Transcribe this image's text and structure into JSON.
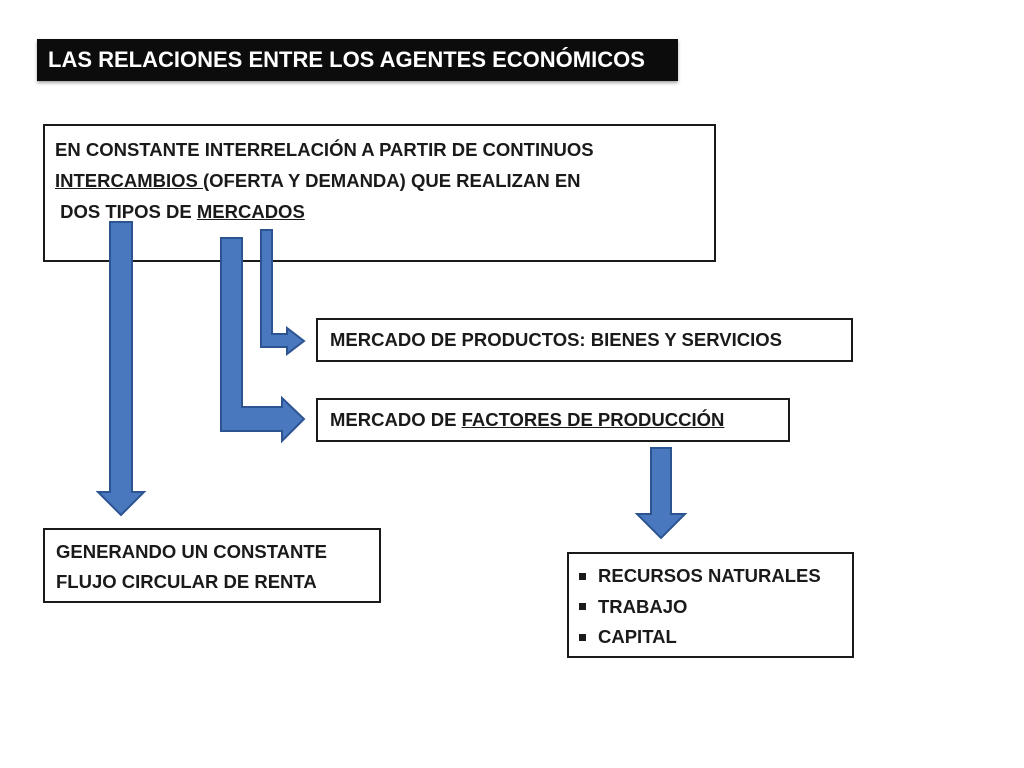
{
  "title": "LAS RELACIONES ENTRE LOS AGENTES ECONÓMICOS",
  "main_box": {
    "line1": "EN CONSTANTE INTERRELACIÓN A PARTIR DE CONTINUOS",
    "line2_underlined": "INTERCAMBIOS ",
    "line2_rest": "(OFERTA Y DEMANDA) QUE REALIZAN EN",
    "line3_prefix": "DOS TIPOS DE ",
    "line3_underlined": "MERCADOS"
  },
  "market_products": "MERCADO DE PRODUCTOS: BIENES Y SERVICIOS",
  "market_factors": {
    "prefix": "MERCADO DE ",
    "underlined": "FACTORES DE PRODUCCIÓN"
  },
  "flow_box": {
    "line1": "GENERANDO UN CONSTANTE",
    "line2": "FLUJO CIRCULAR DE RENTA"
  },
  "resources": [
    "RECURSOS NATURALES",
    "TRABAJO",
    "CAPITAL"
  ],
  "colors": {
    "arrow_fill": "#4a78be",
    "arrow_stroke": "#2c5491",
    "title_background": "#0c0c0c",
    "title_text": "#ffffff",
    "border": "#1a1a1a"
  }
}
